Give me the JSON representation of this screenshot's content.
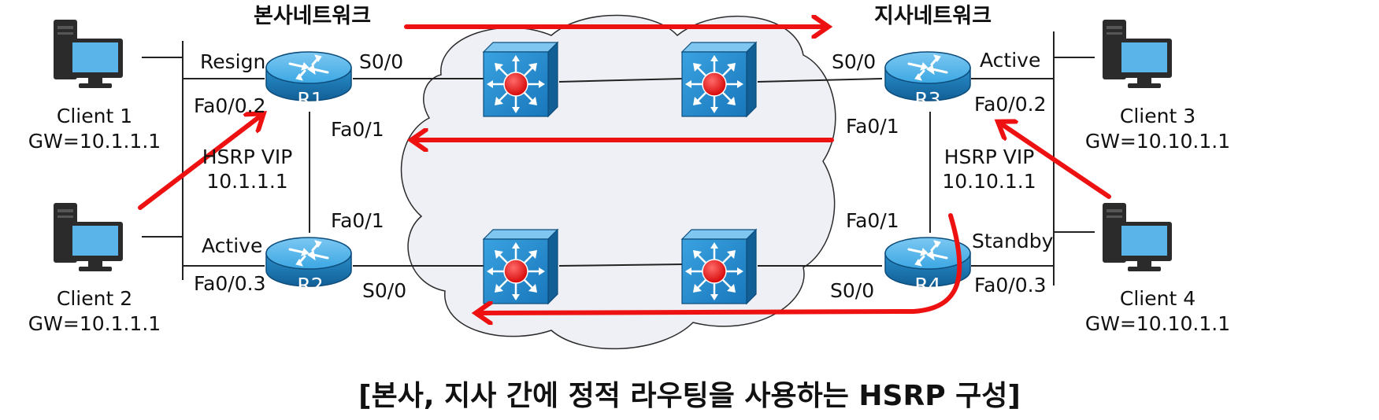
{
  "sites": {
    "hq": "본사네트워크",
    "branch": "지사네트워크"
  },
  "clients": [
    {
      "name": "Client 1",
      "gw": "GW=10.1.1.1"
    },
    {
      "name": "Client 2",
      "gw": "GW=10.1.1.1"
    },
    {
      "name": "Client 3",
      "gw": "GW=10.10.1.1"
    },
    {
      "name": "Client 4",
      "gw": "GW=10.10.1.1"
    }
  ],
  "routers": {
    "r1": "R1",
    "r2": "R2",
    "r3": "R3",
    "r4": "R4"
  },
  "labels": {
    "r1_state": "Resign",
    "r1_sub": "Fa0/0.2",
    "r1_fa01": "Fa0/1",
    "r1_s00": "S0/0",
    "hq_vip_title": "HSRP VIP",
    "hq_vip_addr": "10.1.1.1",
    "r2_fa01": "Fa0/1",
    "r2_state": "Active",
    "r2_sub": "Fa0/0.3",
    "r2_s00": "S0/0",
    "r3_s00": "S0/0",
    "r3_state": "Active",
    "r3_sub": "Fa0/0.2",
    "r3_fa01": "Fa0/1",
    "br_vip_title": "HSRP VIP",
    "br_vip_addr": "10.10.1.1",
    "r4_fa01": "Fa0/1",
    "r4_state": "Standby",
    "r4_s00": "S0/0",
    "r4_sub": "Fa0/0.3"
  },
  "caption": "[본사, 지사 간에 정적 라우팅을 사용하는 HSRP 구성]",
  "colors": {
    "arrow": "#ee1111",
    "cloud": "#eef0f6",
    "router_blue": "#2a9ad6",
    "switch_blue": "#1f8fd0",
    "monitor": "#5ab4ea"
  }
}
